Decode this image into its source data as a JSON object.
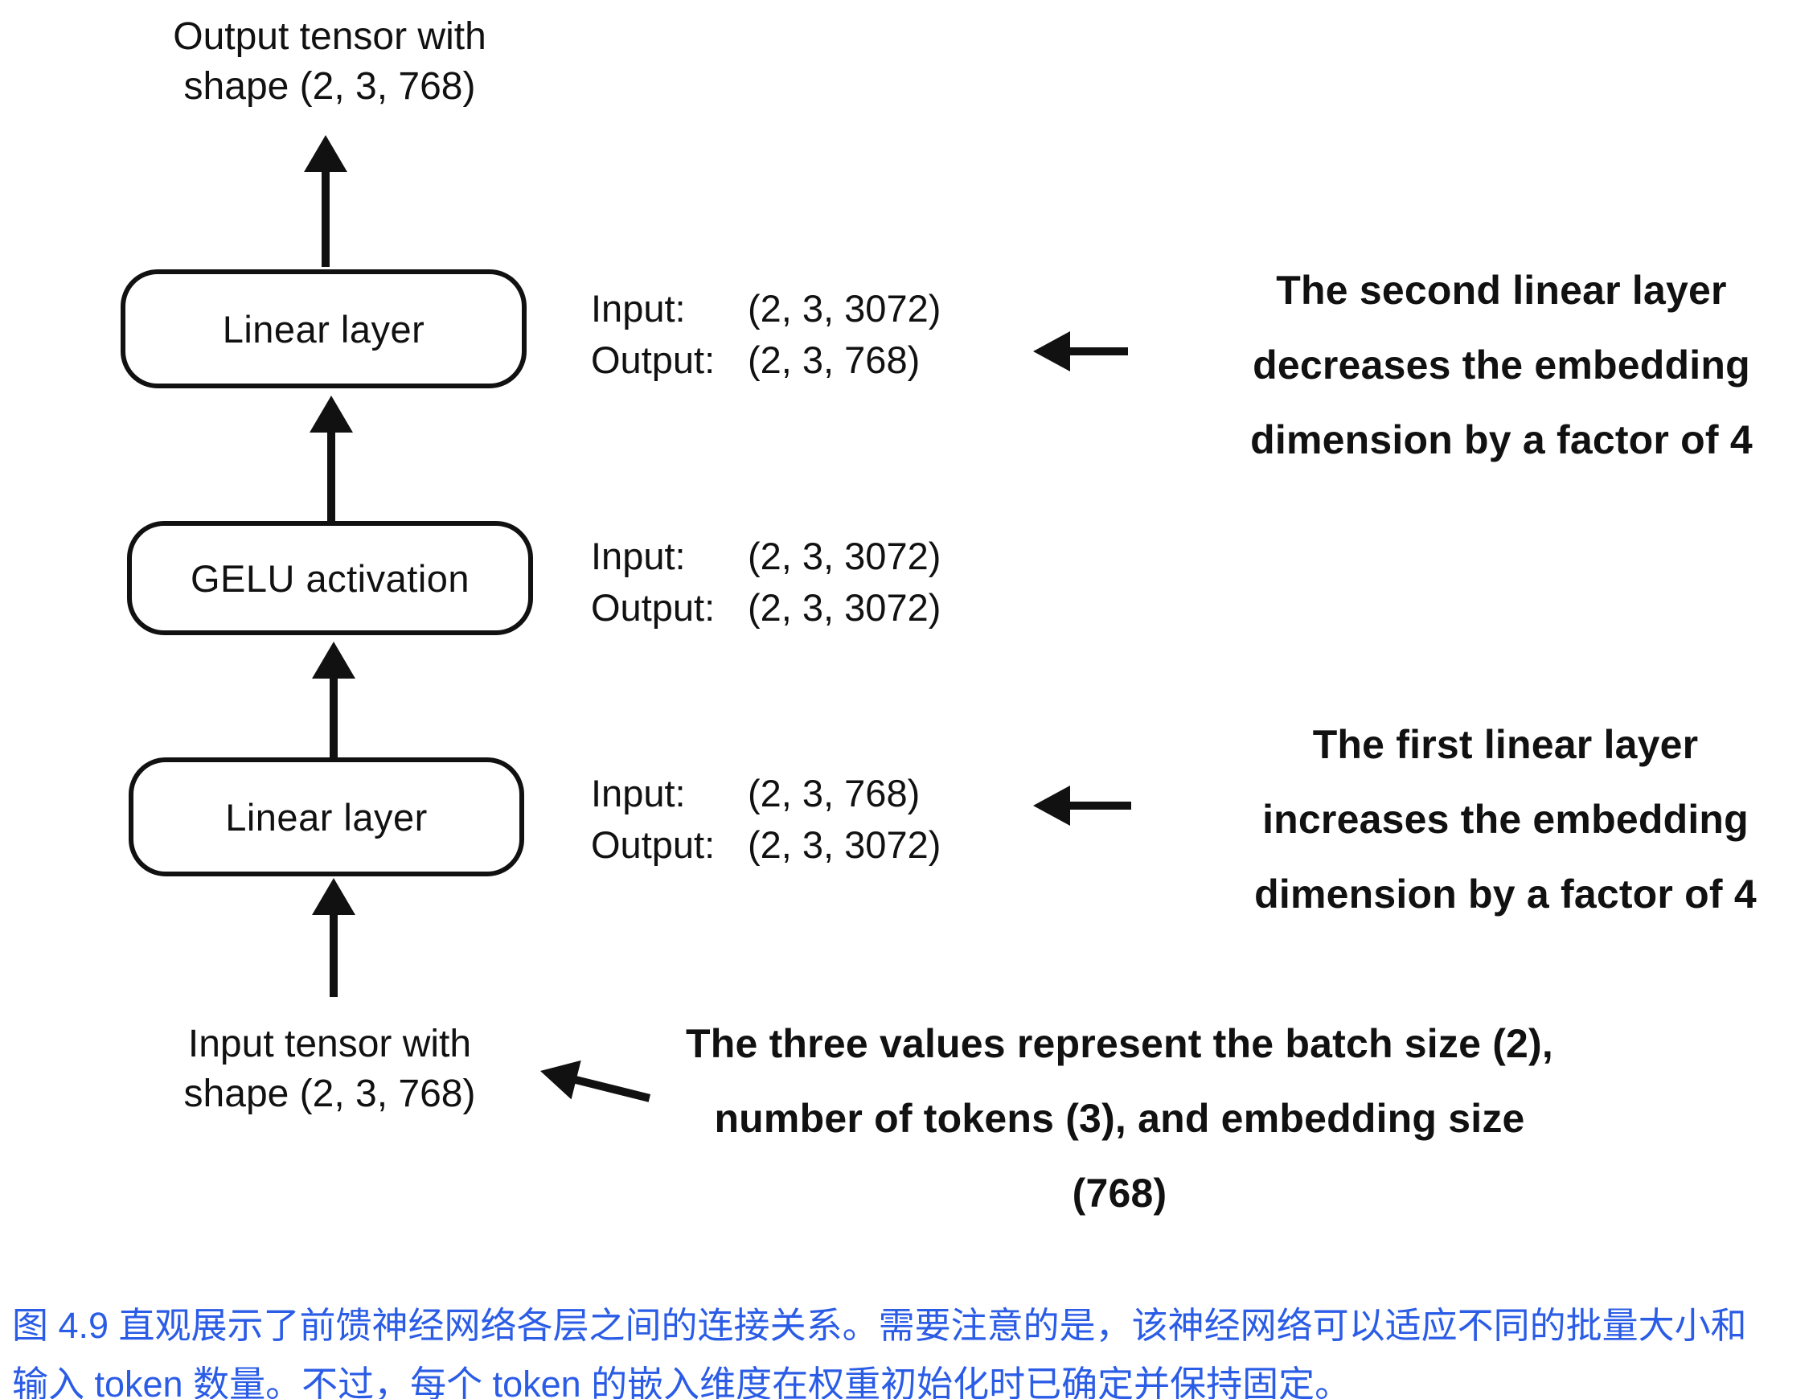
{
  "diagram": {
    "output_label": [
      "Output tensor with",
      "shape (2, 3, 768)"
    ],
    "input_label": [
      "Input tensor with",
      "shape (2, 3, 768)"
    ],
    "nodes": [
      {
        "label": "Linear layer"
      },
      {
        "label": "GELU activation"
      },
      {
        "label": "Linear layer"
      }
    ],
    "io": [
      {
        "in_key": "Input:",
        "in_val": "(2, 3, 3072)",
        "out_key": "Output:",
        "out_val": "(2, 3, 768)"
      },
      {
        "in_key": "Input:",
        "in_val": "(2, 3, 3072)",
        "out_key": "Output:",
        "out_val": "(2, 3, 3072)"
      },
      {
        "in_key": "Input:",
        "in_val": "(2, 3, 768)",
        "out_key": "Output:",
        "out_val": "(2, 3, 3072)"
      }
    ],
    "annotations": {
      "second_linear": [
        "The second linear layer",
        "decreases the embedding",
        "dimension by a factor of 4"
      ],
      "first_linear": [
        "The first linear layer",
        "increases the embedding",
        "dimension by a factor of 4"
      ],
      "input_tensor": [
        "The three values represent the batch size (2),",
        "number of tokens (3), and embedding size",
        "(768)"
      ]
    }
  },
  "caption": {
    "lines": [
      "图 4.9 直观展示了前馈神经网络各层之间的连接关系。需要注意的是，该神经网络可以适应不同的批量大小和",
      "输入 token 数量。不过，每个 token 的嵌入维度在权重初始化时已确定并保持固定。"
    ],
    "color": "#2b5ce6"
  },
  "colors": {
    "ink": "#111111",
    "background": "#ffffff"
  }
}
